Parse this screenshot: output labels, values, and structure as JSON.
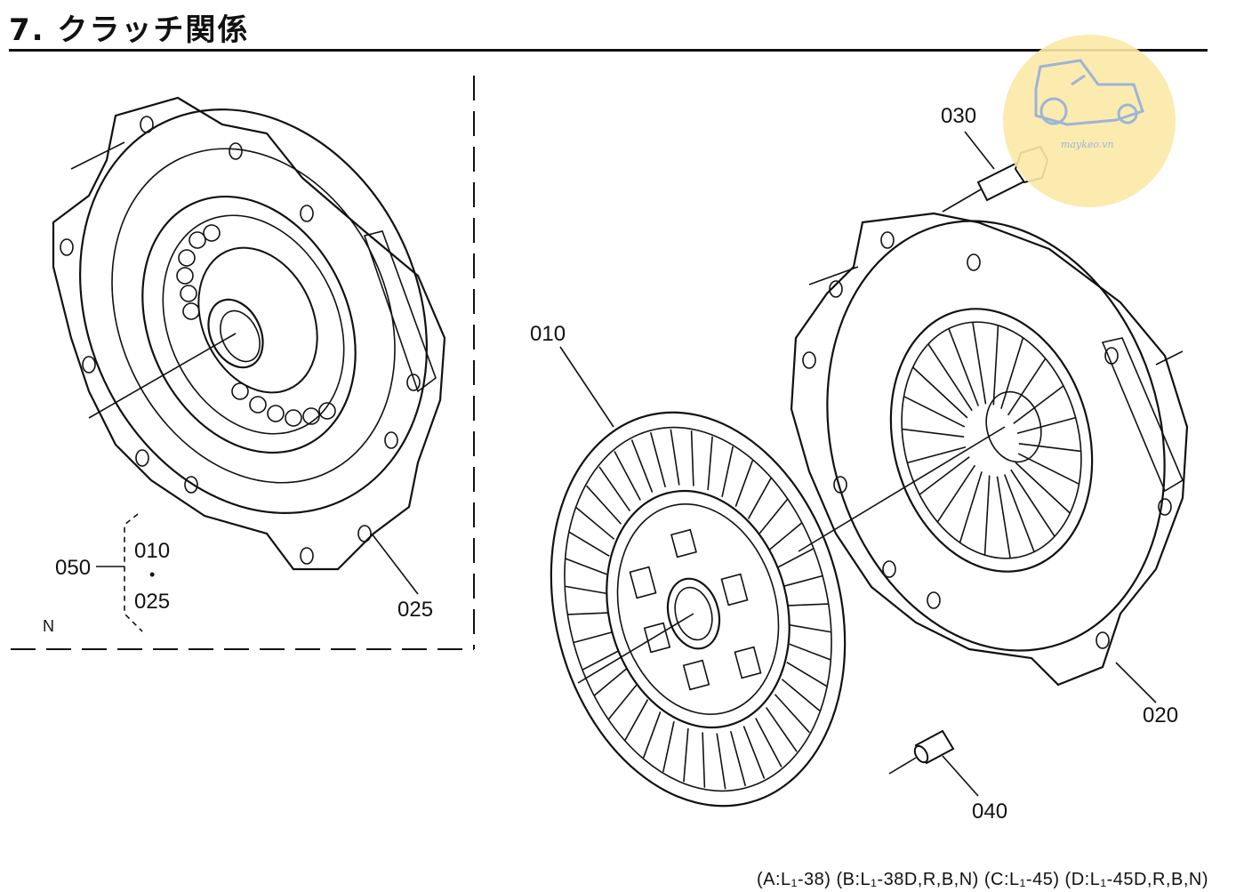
{
  "title": "7. クラッチ関係",
  "parts": {
    "p010": "010",
    "p020": "020",
    "p025": "025",
    "p030": "030",
    "p040": "040",
    "p050": "050"
  },
  "assembly_note": {
    "top": "010",
    "dot": "•",
    "bottom": "025",
    "n_label": "N"
  },
  "footer": "(A:L₁-38) (B:L₁-38D,R,B,N) (C:L₁-45) (D:L₁-45D,R,B,N)",
  "watermark": {
    "text": "maykeo.vn",
    "bg_color": "#fbe9a6",
    "icon": "tractor-icon"
  }
}
